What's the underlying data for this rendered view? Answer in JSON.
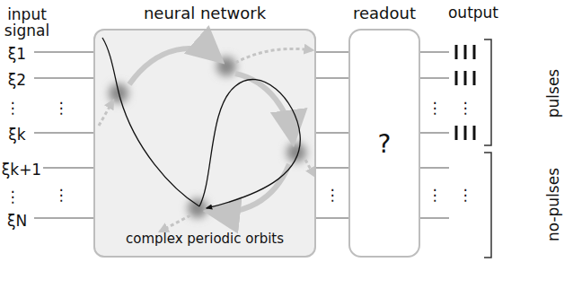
{
  "diagram": {
    "nodes": [
      {
        "text": [
          "neural network",
          "complex periodic orbits"
        ]
      },
      {
        "text": [
          "readout",
          "?"
        ]
      }
    ],
    "edges": [
      {
        "from": 0,
        "to": 1,
        "arrow": "none"
      },
      {
        "from": 0,
        "to": 1,
        "arrow": "none"
      },
      {
        "from": 0,
        "to": 1,
        "arrow": "none"
      },
      {
        "from": 0,
        "to": 1,
        "arrow": "none"
      },
      {
        "from": 0,
        "to": 1,
        "arrow": "none"
      }
    ],
    "labels": [
      "input signal",
      "ξ1",
      "ξ2",
      "⋮",
      "ξk",
      "ξk+1",
      "⋮",
      "ξN",
      "⋮",
      "⋮",
      "output",
      "pulses",
      "no-pulses",
      "⋮",
      "⋮",
      "⋮",
      "⋮",
      "⋮"
    ]
  }
}
